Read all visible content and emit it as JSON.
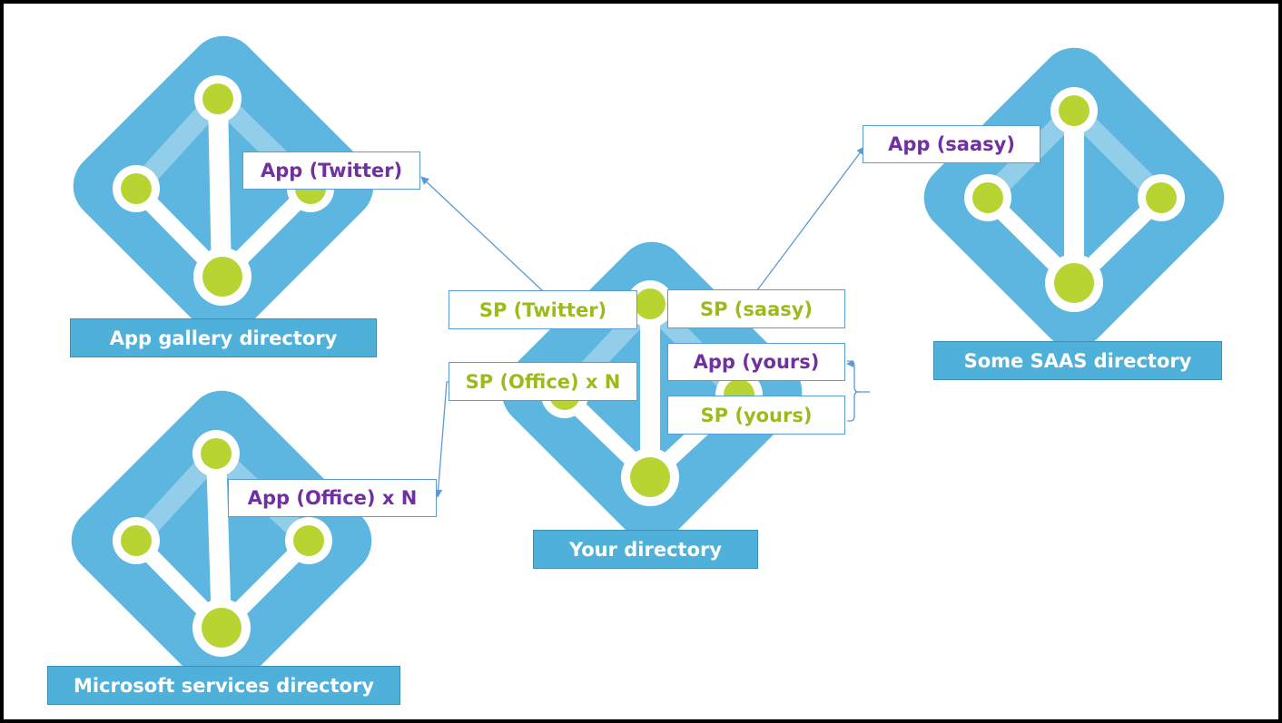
{
  "directories": {
    "app_gallery": "App gallery directory",
    "microsoft_services": "Microsoft services directory",
    "yours": "Your directory",
    "saas": "Some SAAS directory"
  },
  "objects": {
    "app_twitter": "App (Twitter)",
    "app_office": "App (Office) x N",
    "app_saasy": "App (saasy)",
    "sp_twitter": "SP (Twitter)",
    "sp_office": "SP (Office) x N",
    "sp_saasy": "SP (saasy)",
    "app_yours": "App (yours)",
    "sp_yours": "SP (yours)"
  },
  "colors": {
    "diamond": "#5cb6df",
    "diamond_light": "#8fcde9",
    "node": "#b8d432",
    "app_text": "#7030a0",
    "sp_text": "#9bbb1c",
    "box_border": "#5b9bd5",
    "directory_banner": "#4fb0d9"
  },
  "icons": [
    "azure-ad-icon",
    "azure-ad-icon",
    "azure-ad-icon",
    "azure-ad-icon"
  ]
}
